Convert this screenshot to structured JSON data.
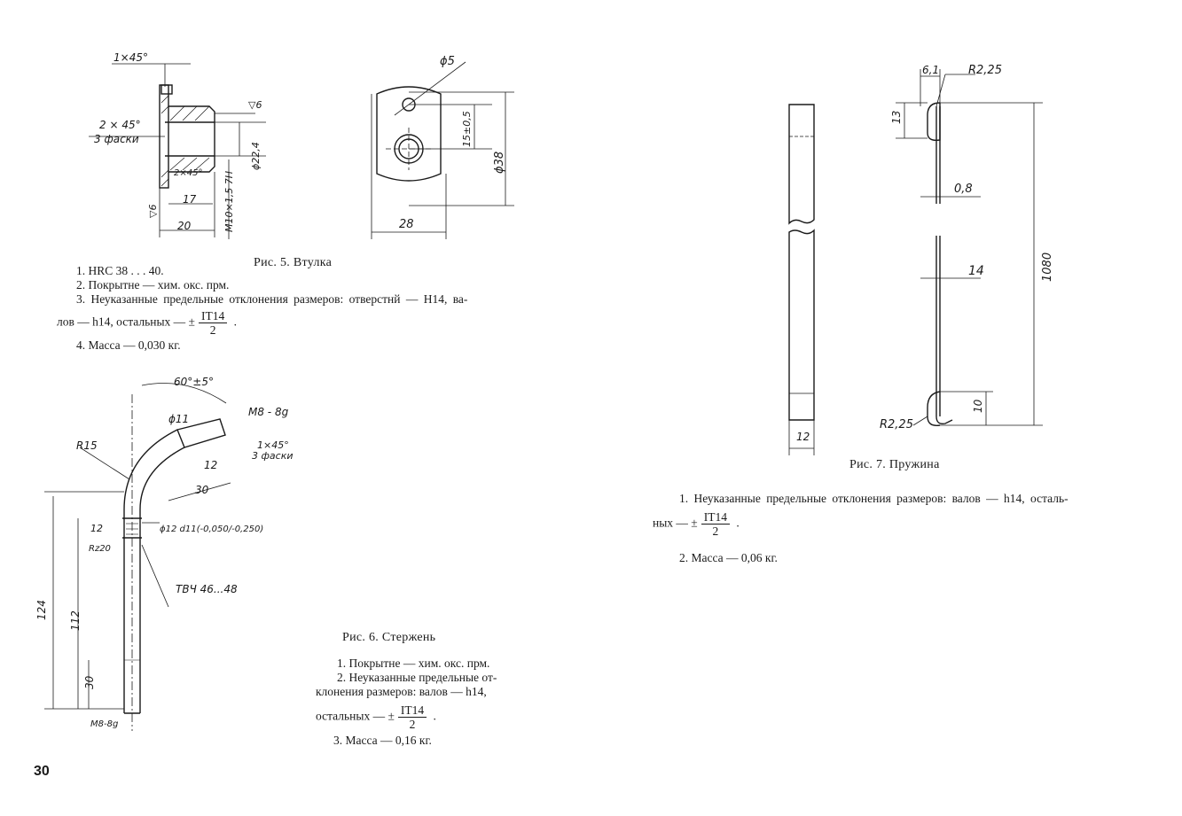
{
  "page_number": "30",
  "fig5": {
    "caption": "Рис. 5. Втулка",
    "notes": {
      "n1": "1. HRC 38 . . . 40.",
      "n2": "2. Покрытне — хим. окс. прм.",
      "n3a": "3. Неуказанные предельные отклонения размеров: отверстнй — Н14, ва-",
      "n3b": "лов — h14, остальных — ±",
      "n3_num": "IT14",
      "n3_den": "2",
      "n4": "4. Масса — 0,030 кг."
    },
    "dims": {
      "chamfer_top": "1×45°",
      "chamfer_left": "2 × 45°",
      "chamfer_left2": "3 фаски",
      "chamfer_inner": "2×45°",
      "len17": "17",
      "len20": "20",
      "thread": "М10×1,5 7Н",
      "dia": "ϕ22,4",
      "rough1": "▽6",
      "rough2": "▽6",
      "hole": "ϕ5",
      "pos": "15±0,5",
      "dia38": "ϕ38",
      "w28": "28"
    }
  },
  "fig6": {
    "caption": "Рис. 6. Стержень",
    "notes": {
      "n1": "1. Покрытне — хим. окс. прм.",
      "n2a": "2. Неуказанные предельные от-",
      "n2b": "клонения  размеров:  валов — h14,",
      "n2c": "остальных — ±",
      "n2_num": "IT14",
      "n2_den": "2",
      "n3": "3. Масса — 0,16 кг."
    },
    "dims": {
      "angle": "60°±5°",
      "d11": "ϕ11",
      "thread_top": "М8 - 8g",
      "chamfer": "1×45°",
      "chamfer2": "3 фаски",
      "r15": "R15",
      "len12": "12",
      "len30": "30",
      "d12": "ϕ12 d11(-0,050/-0,250)",
      "l12": "12",
      "rz": "Rz20",
      "hard": "ТВЧ 46...48",
      "l124": "124",
      "l112": "112",
      "l30": "30",
      "thread_bot": "М8-8g"
    }
  },
  "fig7": {
    "caption": "Рис. 7. Пружина",
    "notes": {
      "n1a": "1. Неуказанные предельные отклонения размеров: валов — h14, осталь-",
      "n1b": "ных — ±",
      "n1_num": "IT14",
      "n1_den": "2",
      "n2": "2. Масса — 0,06 кг."
    },
    "dims": {
      "w61": "6,1",
      "r_top": "R2,25",
      "l13": "13",
      "t08": "0,8",
      "l14": "14",
      "l1080": "1080",
      "l10": "10",
      "r_bot": "R2,25",
      "w12": "12"
    }
  }
}
